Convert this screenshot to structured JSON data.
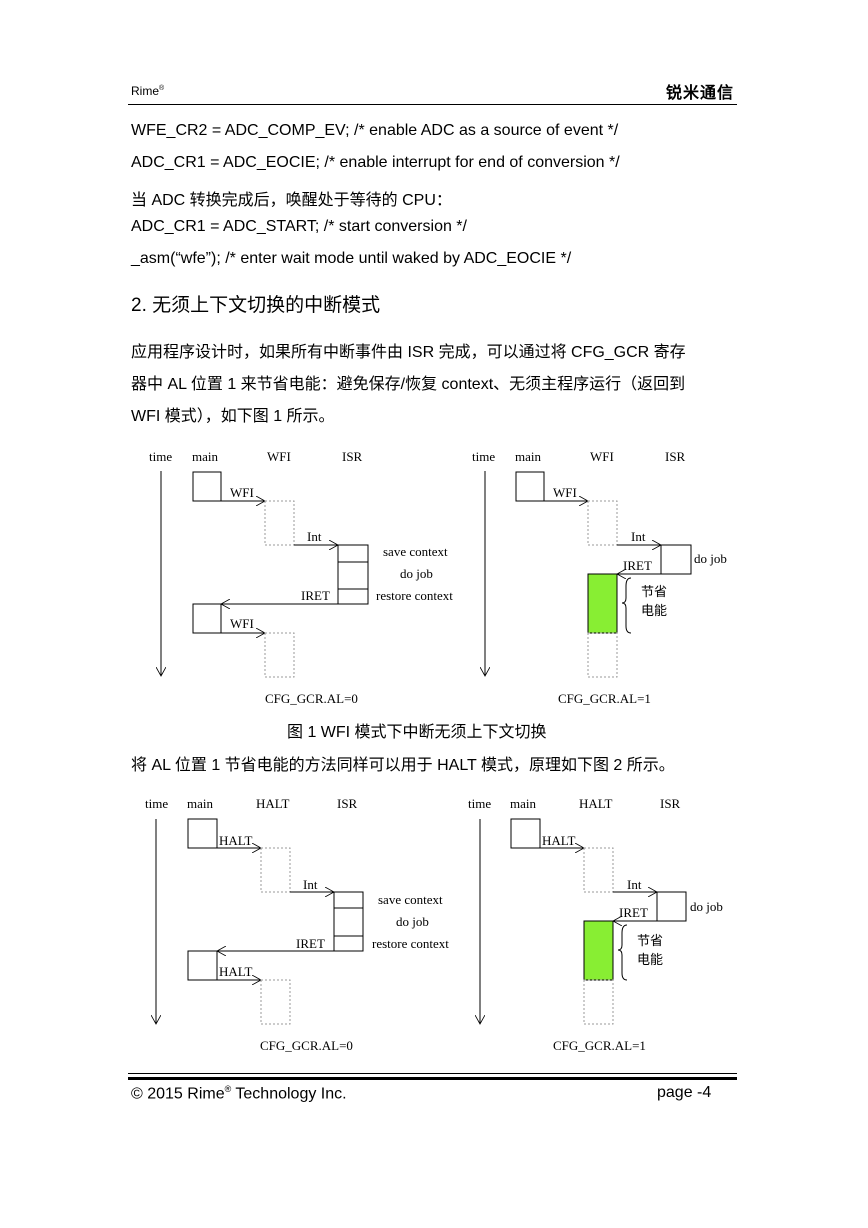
{
  "header": {
    "brand": "Rime",
    "reg": "®",
    "company": "锐米通信"
  },
  "code_lines": [
    "WFE_CR2 = ADC_COMP_EV;    /* enable ADC as a source of event */",
    "ADC_CR1 = ADC_EOCIE;    /* enable interrupt for end of conversion */",
    "当 ADC 转换完成后，唤醒处于等待的 CPU：",
    "ADC_CR1 = ADC_START;    /* start conversion */",
    "_asm(“wfe”);    /* enter wait mode until waked by ADC_EOCIE */"
  ],
  "section_title": "2.  无须上下文切换的中断模式",
  "paragraph_lines": [
    "应用程序设计时，如果所有中断事件由 ISR 完成，可以通过将 CFG_GCR 寄存",
    "器中 AL 位置 1 来节省电能：避免保存/恢复 context、无须主程序运行（返回到",
    "WFI 模式），如下图 1 所示。"
  ],
  "figure1": {
    "left": {
      "col_time": "time",
      "col_main": "main",
      "col_mode": "WFI",
      "col_isr": "ISR",
      "lbl_mode_1": "WFI",
      "lbl_int": "Int",
      "lbl_iret": "IRET",
      "lbl_mode_2": "WFI",
      "save": "save context",
      "dojob": "do job",
      "restore": "restore context",
      "caption": "CFG_GCR.AL=0"
    },
    "right": {
      "col_time": "time",
      "col_main": "main",
      "col_mode": "WFI",
      "col_isr": "ISR",
      "lbl_mode_1": "WFI",
      "lbl_int": "Int",
      "lbl_iret": "IRET",
      "dojob": "do job",
      "save_power_1": "节省",
      "save_power_2": "电能",
      "caption": "CFG_GCR.AL=1"
    },
    "title": "图 1    WFI 模式下中断无须上下文切换"
  },
  "paragraph2": "将 AL 位置 1 节省电能的方法同样可以用于 HALT 模式，原理如下图 2 所示。",
  "figure2": {
    "left": {
      "col_time": "time",
      "col_main": "main",
      "col_mode": "HALT",
      "col_isr": "ISR",
      "lbl_mode_1": "HALT",
      "lbl_int": "Int",
      "lbl_iret": "IRET",
      "lbl_mode_2": "HALT",
      "save": "save context",
      "dojob": "do job",
      "restore": "restore context",
      "caption": "CFG_GCR.AL=0"
    },
    "right": {
      "col_time": "time",
      "col_main": "main",
      "col_mode": "HALT",
      "col_isr": "ISR",
      "lbl_mode_1": "HALT",
      "lbl_int": "Int",
      "lbl_iret": "IRET",
      "dojob": "do job",
      "save_power_1": "节省",
      "save_power_2": "电能",
      "caption": "CFG_GCR.AL=1"
    }
  },
  "footer": {
    "copyright_pre": "© 2015 Rime",
    "reg": "®",
    "copyright_post": " Technology Inc.",
    "page": "page -4"
  },
  "colors": {
    "power_save": "#88ee33"
  }
}
